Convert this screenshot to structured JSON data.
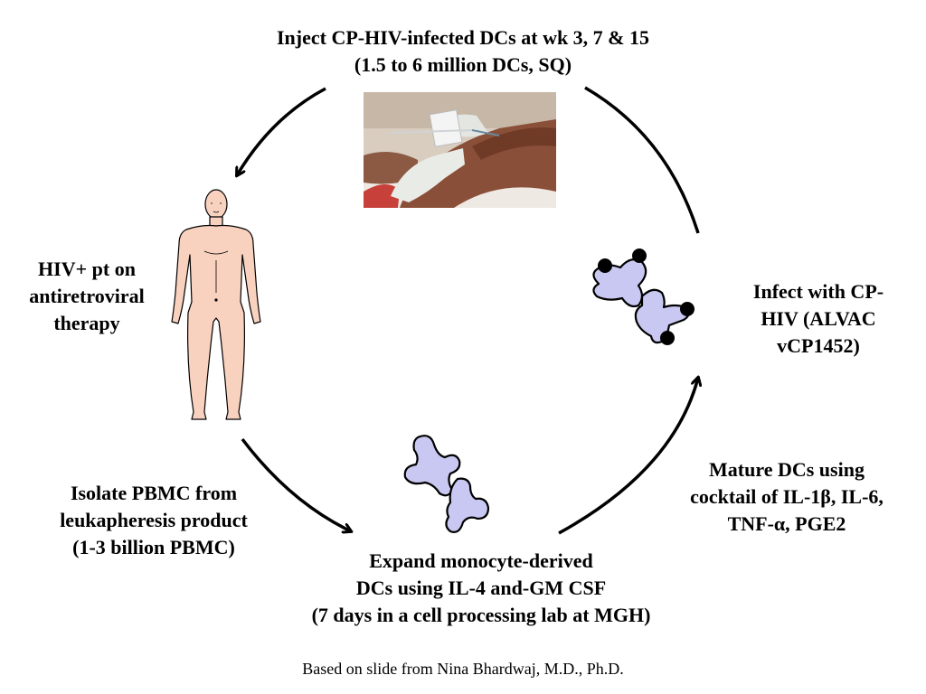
{
  "steps": {
    "inject": {
      "line1": "Inject CP-HIV-infected DCs at wk 3, 7 & 15",
      "line2": "(1.5 to 6 million DCs, SQ)"
    },
    "patient": {
      "line1": "HIV+ pt on",
      "line2": "antiretroviral",
      "line3": "therapy"
    },
    "infect": {
      "line1": "Infect with CP-",
      "line2": "HIV (ALVAC",
      "line3": "vCP1452)"
    },
    "isolate": {
      "line1": "Isolate PBMC from",
      "line2": "leukapheresis product",
      "line3": "(1-3 billion PBMC)"
    },
    "mature": {
      "line1": "Mature DCs using",
      "line2": "cocktail of IL-1β, IL-6,",
      "line3": "TNF-α, PGE2"
    },
    "expand": {
      "line1": "Expand monocyte-derived",
      "line2": "DCs using IL-4 and-GM CSF",
      "line3": "(7 days in a cell processing lab at MGH)"
    }
  },
  "footnote": "Based on slide from Nina Bhardwaj, M.D., Ph.D.",
  "colors": {
    "dendritic_cell_fill": "#c8c8f2",
    "virus_particle": "#000000",
    "skin": "#f8d2bf",
    "glove": "#e9ebe6",
    "arm_skin": "#8a4f38"
  }
}
